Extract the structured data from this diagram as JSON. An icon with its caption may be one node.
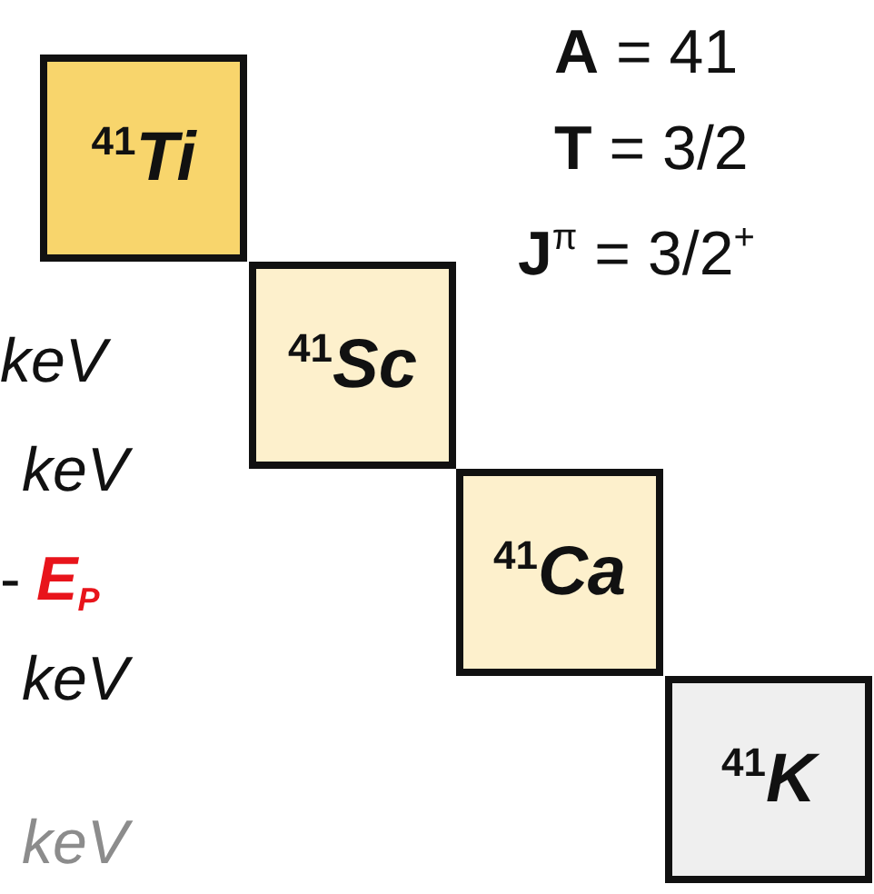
{
  "diagram": {
    "nodes": [
      {
        "text": [
          "$^{41}$Ti"
        ]
      },
      {
        "text": [
          "$^{41}$Sc"
        ]
      },
      {
        "text": [
          "$^{41}$Ca"
        ]
      },
      {
        "text": [
          "$^{41}$K"
        ]
      }
    ],
    "labels": [
      "**A** = 41",
      "**T** = 3/2",
      "**J**$^{π}$ = 3/2$^{+}$",
      "keV",
      "keV",
      "-",
      "E$_{P}$",
      "keV",
      "keV"
    ]
  }
}
